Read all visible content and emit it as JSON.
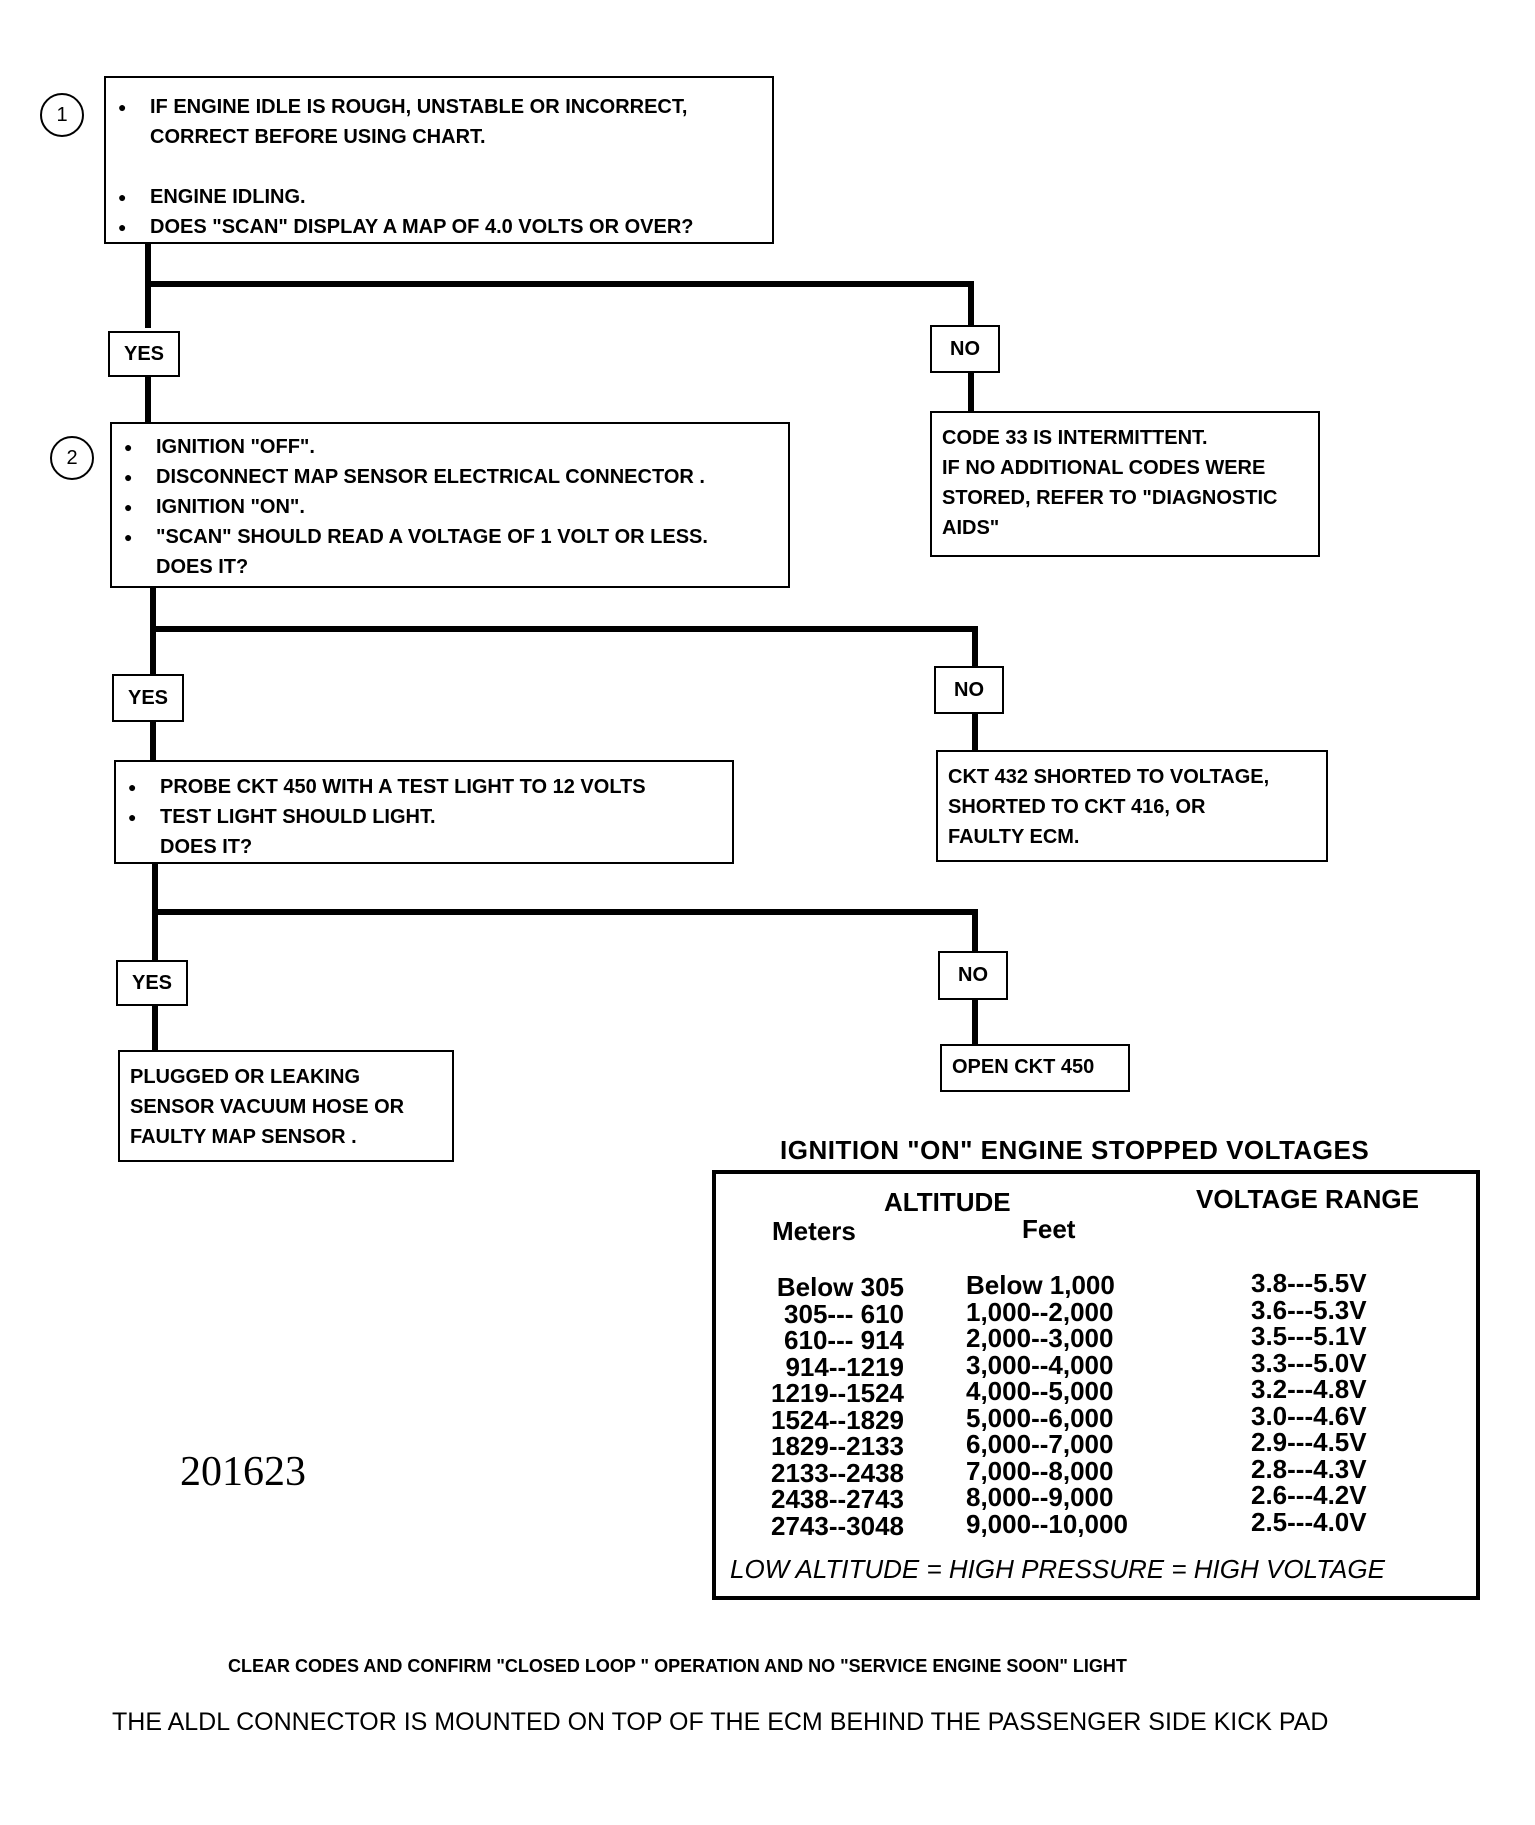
{
  "step1": {
    "number": "1",
    "bullets": [
      "IF ENGINE IDLE IS ROUGH, UNSTABLE OR INCORRECT,",
      "CORRECT BEFORE USING CHART.",
      "ENGINE IDLING.",
      "DOES \"SCAN\" DISPLAY A MAP OF 4.0 VOLTS OR OVER?"
    ],
    "yes_label": "YES",
    "no_label": "NO",
    "no_result": [
      "CODE 33 IS INTERMITTENT.",
      "IF NO ADDITIONAL CODES WERE",
      "STORED, REFER TO \"DIAGNOSTIC",
      "AIDS\""
    ]
  },
  "step2": {
    "number": "2",
    "bullets": [
      "IGNITION \"OFF\".",
      "DISCONNECT MAP SENSOR ELECTRICAL CONNECTOR .",
      "IGNITION \"ON\".",
      "\"SCAN\" SHOULD READ  A VOLTAGE OF 1 VOLT OR LESS.",
      "DOES IT?"
    ],
    "yes_label": "YES",
    "no_label": "NO",
    "no_result": [
      "CKT 432 SHORTED TO VOLTAGE,",
      "SHORTED TO CKT 416, OR",
      "FAULTY ECM."
    ]
  },
  "step3": {
    "bullets": [
      "PROBE CKT 450 WITH A TEST LIGHT TO 12  VOLTS",
      "TEST LIGHT SHOULD LIGHT.",
      "DOES IT?"
    ],
    "yes_label": "YES",
    "no_label": "NO",
    "yes_result": [
      "PLUGGED OR LEAKING",
      "SENSOR  VACUUM HOSE OR",
      "FAULTY MAP SENSOR ."
    ],
    "no_result": [
      "OPEN CKT 450"
    ]
  },
  "voltage_table": {
    "title": "IGNITION \"ON\" ENGINE STOPPED VOLTAGES",
    "altitude_header": "ALTITUDE",
    "meters_header": "Meters",
    "feet_header": "Feet",
    "voltage_header": "VOLTAGE RANGE",
    "meters": [
      "Below 305",
      "305--- 610",
      "610--- 914",
      "914--1219",
      "1219--1524",
      "1524--1829",
      "1829--2133",
      "2133--2438",
      "2438--2743",
      "2743--3048"
    ],
    "feet": [
      "Below 1,000",
      "1,000--2,000",
      "2,000--3,000",
      "3,000--4,000",
      "4,000--5,000",
      "5,000--6,000",
      "6,000--7,000",
      "7,000--8,000",
      "8,000--9,000",
      "9,000--10,000"
    ],
    "voltage": [
      "3.8---5.5V",
      "3.6---5.3V",
      "3.5---5.1V",
      "3.3---5.0V",
      "3.2---4.8V",
      "3.0---4.6V",
      "2.9---4.5V",
      "2.8---4.3V",
      "2.6---4.2V",
      "2.5---4.0V"
    ],
    "footer": "LOW ALTITUDE  =  HIGH PRESSURE  =  HIGH VOLTAGE"
  },
  "doc_number": "201623",
  "notes": {
    "clear_codes": "CLEAR CODES AND CONFIRM \"CLOSED LOOP \" OPERATION AND NO \"SERVICE ENGINE SOON\" LIGHT",
    "aldl": "THE ALDL CONNECTOR IS MOUNTED ON TOP OF THE ECM BEHIND THE PASSENGER SIDE KICK PAD"
  }
}
